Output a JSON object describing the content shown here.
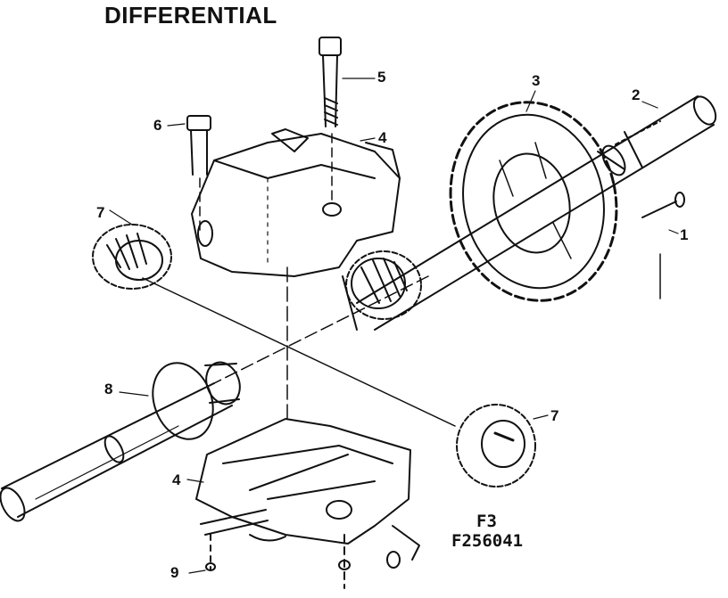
{
  "title": "DIFFERENTIAL",
  "figure": {
    "fig_label": "F3",
    "part_code": "F256041"
  },
  "callouts": {
    "c1": "1",
    "c2": "2",
    "c3": "3",
    "c4_upper": "4",
    "c5": "5",
    "c6": "6",
    "c7_left": "7",
    "c7_right": "7",
    "c8": "8",
    "c4_lower": "4",
    "c9": "9"
  },
  "colors": {
    "ink": "#111111",
    "paper": "#ffffff"
  }
}
